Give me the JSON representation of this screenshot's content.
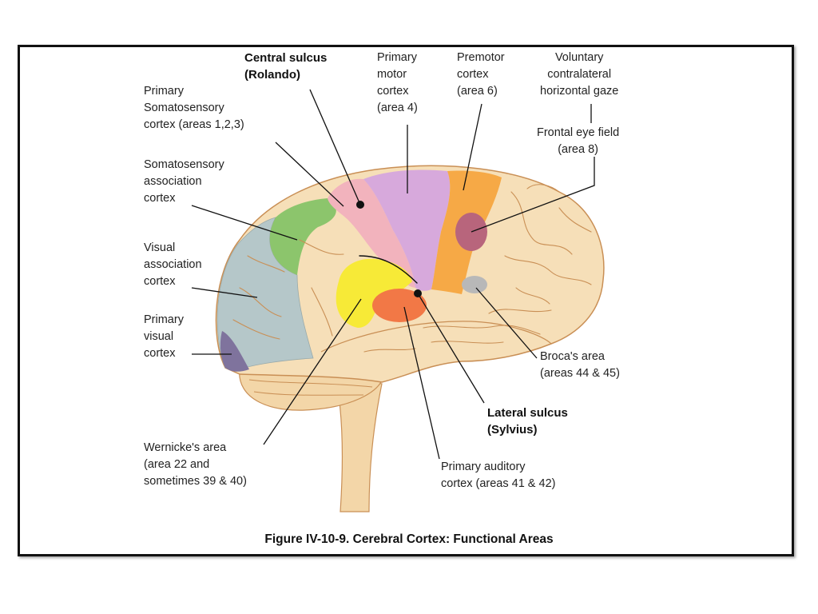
{
  "labels": {
    "central_sulcus": "Central sulcus\n(Rolando)",
    "primary_motor": "Primary\nmotor\ncortex\n(area 4)",
    "premotor": "Premotor\ncortex\n(area 6)",
    "voluntary_gaze": "Voluntary\ncontralateral\nhorizontal gaze",
    "frontal_eye_field": "Frontal eye field\n(area 8)",
    "primary_somatosensory": "Primary\nSomatosensory\ncortex (areas 1,2,3)",
    "somatosensory_association": "Somatosensory\nassociation\ncortex",
    "visual_association": "Visual\nassociation\ncortex",
    "primary_visual": "Primary\nvisual\ncortex",
    "brocas_area": "Broca's area\n(areas 44 & 45)",
    "lateral_sulcus": "Lateral sulcus\n(Sylvius)",
    "wernickes_area": "Wernicke's area\n(area 22 and\nsometimes 39 & 40)",
    "primary_auditory": "Primary auditory\ncortex (areas 41 & 42)"
  },
  "caption": "Figure IV-10-9. Cerebral Cortex: Functional Areas",
  "colors": {
    "brain_base": "#f6dfb8",
    "cerebellum": "#f3d6a8",
    "gyri_lines": "#c98f55",
    "motor": "#d7a9dc",
    "somatosensory": "#f2b3bd",
    "premotor": "#f6a946",
    "frontal_eye_field": "#b8657c",
    "somatosensory_association": "#8cc56c",
    "visual_association": "#b5c7c9",
    "primary_visual": "#7f739d",
    "wernicke": "#f7ea37",
    "auditory": "#f27846",
    "broca": "#b8b8b8",
    "leader_line": "#111111"
  }
}
